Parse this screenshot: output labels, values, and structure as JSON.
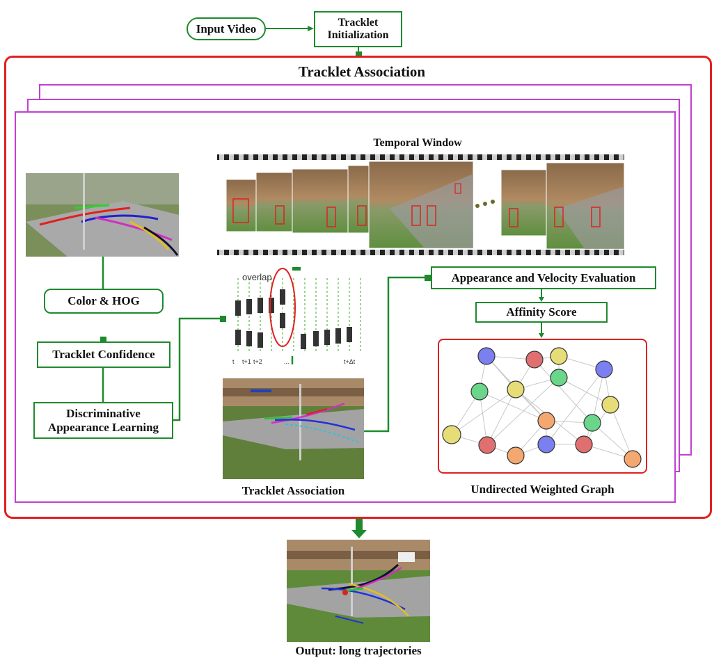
{
  "top": {
    "input_video": "Input Video",
    "tracklet_init_line1": "Tracklet",
    "tracklet_init_line2": "Initialization"
  },
  "main": {
    "title": "Tracklet Association",
    "temporal_window": "Temporal Window",
    "color_hog": "Color & HOG",
    "tracklet_confidence": "Tracklet Confidence",
    "discriminative_line1": "Discriminative",
    "discriminative_line2": "Appearance Learning",
    "overlap": "overlap",
    "t_labels": [
      "t",
      "t+1",
      "t+2",
      "...",
      "t+Δt"
    ],
    "appearance_velocity": "Appearance and Velocity Evaluation",
    "affinity_score": "Affinity Score",
    "tracklet_association_caption": "Tracklet Association",
    "graph_caption": "Undirected Weighted Graph"
  },
  "output": {
    "caption": "Output: long trajectories"
  },
  "colors": {
    "green": "#1e8a2e",
    "red": "#e02020",
    "magenta": "#c040d0",
    "node_blue": "#7b7ff0",
    "node_red": "#e07070",
    "node_yellow": "#e6dc78",
    "node_green": "#6ad68a",
    "node_orange": "#f4a870"
  }
}
